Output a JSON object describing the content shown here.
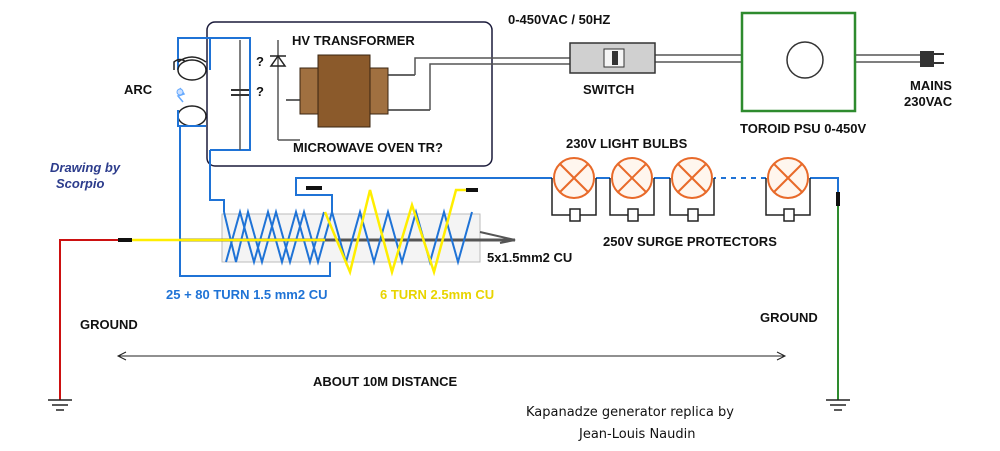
{
  "labels": {
    "hv_transformer": "HV TRANSFORMER",
    "microwave": "MICROWAVE OVEN TR?",
    "q_diode": "?",
    "q_cap": "?",
    "arc": "ARC",
    "voltage": "0-450VAC / 50HZ",
    "switch": "SWITCH",
    "toroid": "TOROID PSU  0-450V",
    "mains_1": "MAINS",
    "mains_2": "230VAC",
    "bulbs": "230V LIGHT BULBS",
    "surge": "250V SURGE PROTECTORS",
    "cable": "5x1.5mm2 CU",
    "blue_coil": "25 + 80 TURN 1.5 mm2 CU",
    "yellow_coil": "6 TURN 2.5mm CU",
    "ground_left": "GROUND",
    "ground_right": "GROUND",
    "distance": "ABOUT 10M DISTANCE",
    "credit_1": "Drawing by",
    "credit_2": "Scorpio",
    "footer_1": "Kapanadze generator replica by",
    "footer_2": "Jean-Louis Naudin"
  },
  "colors": {
    "blue_wire": "#1f73d6",
    "yellow_wire": "#ffee00",
    "red_wire": "#cc1111",
    "green_wire": "#2e8b2e",
    "psu_border": "#2e8b2e",
    "core": "#8b5a2b",
    "bulb": "#e86a2a"
  }
}
